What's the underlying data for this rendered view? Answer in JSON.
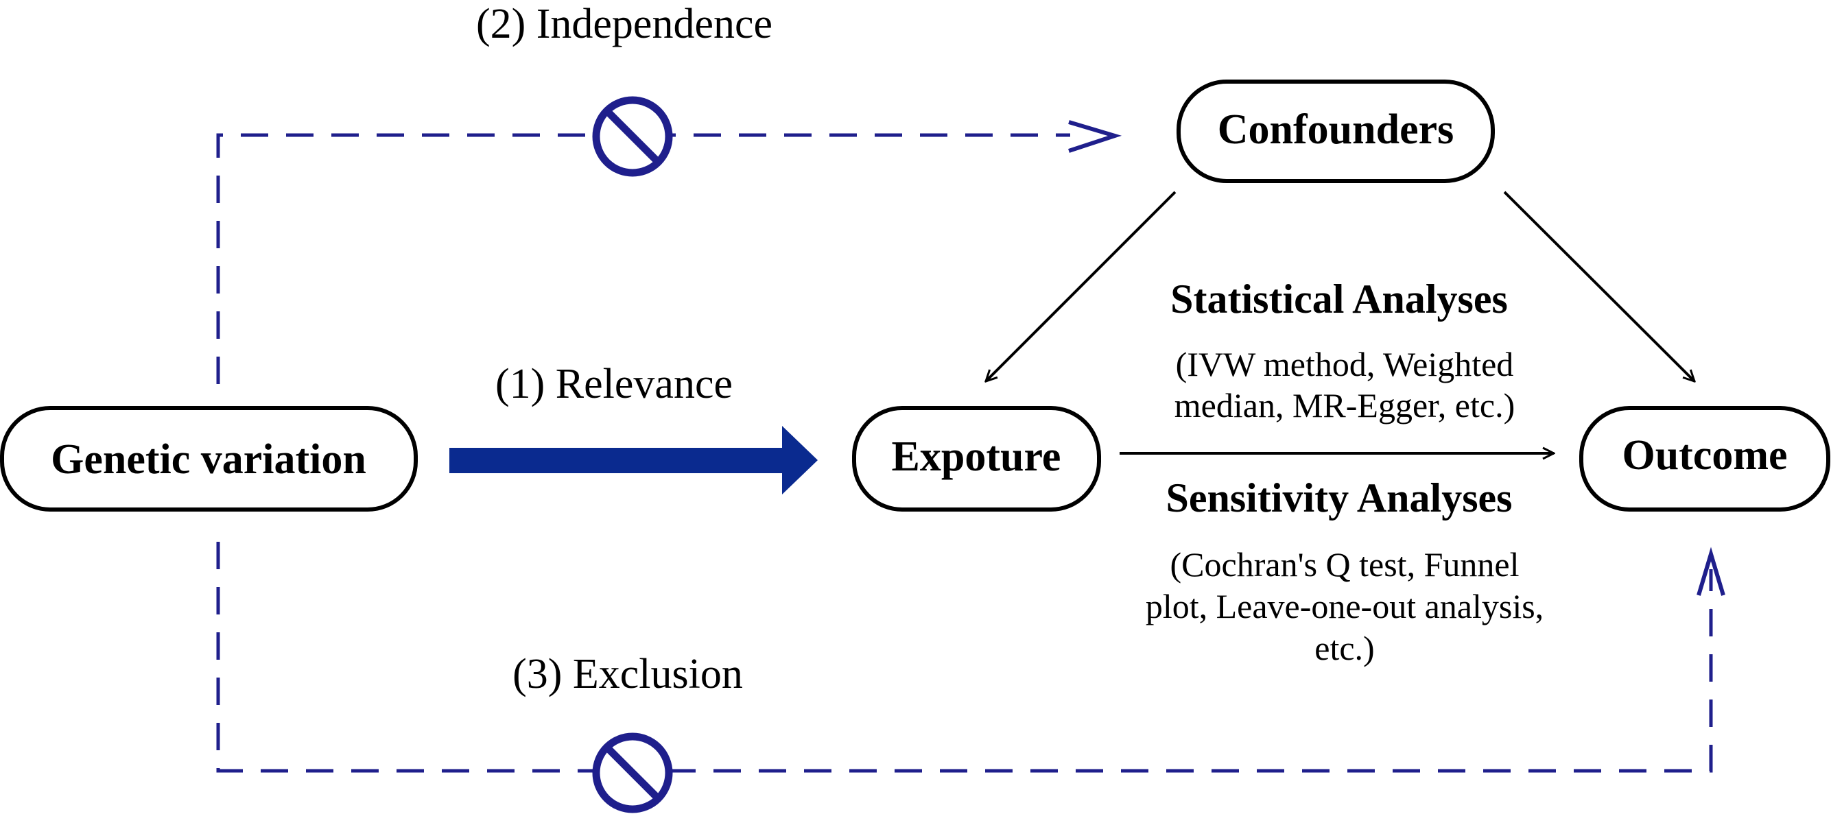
{
  "colors": {
    "assumption_blue": "#1f1f8c",
    "relevance_blue": "#0a2a8f",
    "outline": "#000000",
    "background": "#ffffff"
  },
  "nodes": {
    "genetic_variation": "Genetic variation",
    "exposure": "Expoture",
    "confounders": "Confounders",
    "outcome": "Outcome"
  },
  "assumptions": {
    "relevance": "(1) Relevance",
    "independence": "(2) Independence",
    "exclusion": "(3) Exclusion"
  },
  "statistical": {
    "heading": "Statistical Analyses",
    "lines": [
      "(IVW method, Weighted",
      "median, MR-Egger, etc.)"
    ]
  },
  "sensitivity": {
    "heading": "Sensitivity Analyses",
    "lines": [
      "(Cochran's Q test, Funnel",
      "plot, Leave-one-out analysis,",
      "etc.)"
    ]
  },
  "icons": {
    "independence_blocked": "prohibition-icon",
    "exclusion_blocked": "prohibition-icon"
  }
}
